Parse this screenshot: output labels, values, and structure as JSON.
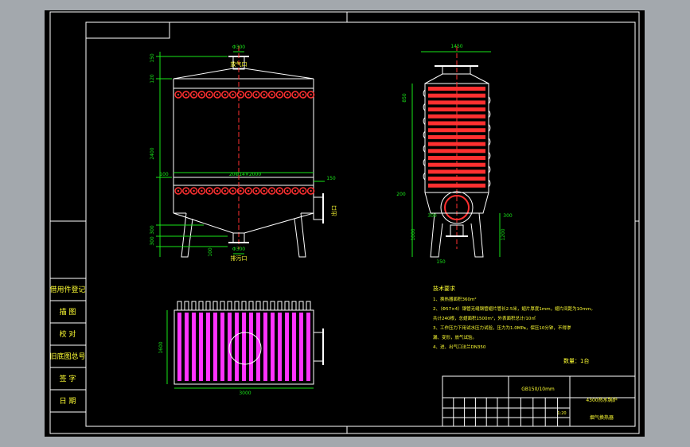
{
  "labels": {
    "top_width": "Φ300",
    "vent": "放气口",
    "dim_150": "150",
    "dim_120": "120",
    "dim_2400": "2400",
    "dim_100": "100",
    "dim_150b": "150",
    "tube_spec": "20Φ14×2000",
    "dim_300": "300",
    "dim_300b": "300",
    "side_outlet": "出口",
    "bottom_dim": "Φ300",
    "drain": "排污口",
    "dim_100b": "100",
    "side_top": "1450",
    "side_dim_850": "850",
    "side_dim_200": "200",
    "side_dim_300": "300",
    "side_dim_1000": "1000",
    "side_dim_1200": "1200",
    "side_dim_150": "150",
    "plan_width": "3000",
    "plan_height": "1600"
  },
  "notes": {
    "title": "技术要求",
    "lines": [
      "1、换热器面积360m²",
      "2、（Φ57×4）钢管无缝钢管翅片管长2.5米，翅片厚度1mm，翅片间距为10mm。",
      "   共计240根，总翅面积1500m²，外表面积总计/10㎡",
      "3、工作压力下用试水压力试验，压力为1.0MPa，保压10分钟，不得渗",
      "   漏、变形，放气试验。",
      "4、进、出气口法兰DN350"
    ],
    "quantity": "数量：1台"
  },
  "left_table": [
    "借用件登记",
    "描 图",
    "校 对",
    "旧底图总号",
    "签 字",
    "日 期"
  ],
  "title_block": {
    "std": "GB150/10mm",
    "company": "4300热水锅炉",
    "name": "烟气换热器",
    "scale": "1:20"
  },
  "colors": {
    "frame": "#ffffff",
    "lines": "#ffffff",
    "dims": "#19e619",
    "accent": "#ff3030",
    "pink": "#ff33ff",
    "text": "#ffff33",
    "rowtext": "#ffff00"
  }
}
